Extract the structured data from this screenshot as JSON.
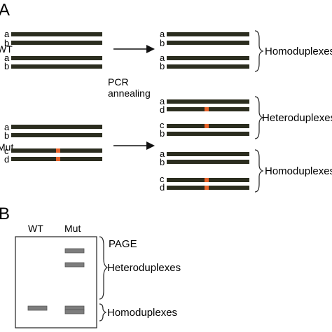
{
  "panel_a": {
    "letter": "A",
    "wt_label": "WT",
    "mut_label": "Mut",
    "arrow_label_line1": "PCR",
    "arrow_label_line2": "annealing",
    "wt_strands": [
      "a",
      "b",
      "a",
      "b"
    ],
    "mut_strands": [
      "a",
      "b",
      "c",
      "d"
    ],
    "right_groups": [
      {
        "label": "Homoduplexes",
        "strands": [
          "a",
          "b",
          "a",
          "b"
        ]
      },
      {
        "label": "Heteroduplexes",
        "strands": [
          "a",
          "d",
          "c",
          "b"
        ]
      },
      {
        "label": "Homoduplexes",
        "strands": [
          "a",
          "b",
          "c",
          "d"
        ]
      }
    ]
  },
  "panel_b": {
    "letter": "B",
    "lanes": [
      "WT",
      "Mut"
    ],
    "page_label": "PAGE",
    "heteroduplex_label": "Heteroduplexes",
    "homoduplex_label": "Homoduplexes"
  },
  "colors": {
    "strand": "#2b2d1f",
    "mutation": "#e8632a",
    "band": "#7d7d7d",
    "band_border": "#555555"
  }
}
